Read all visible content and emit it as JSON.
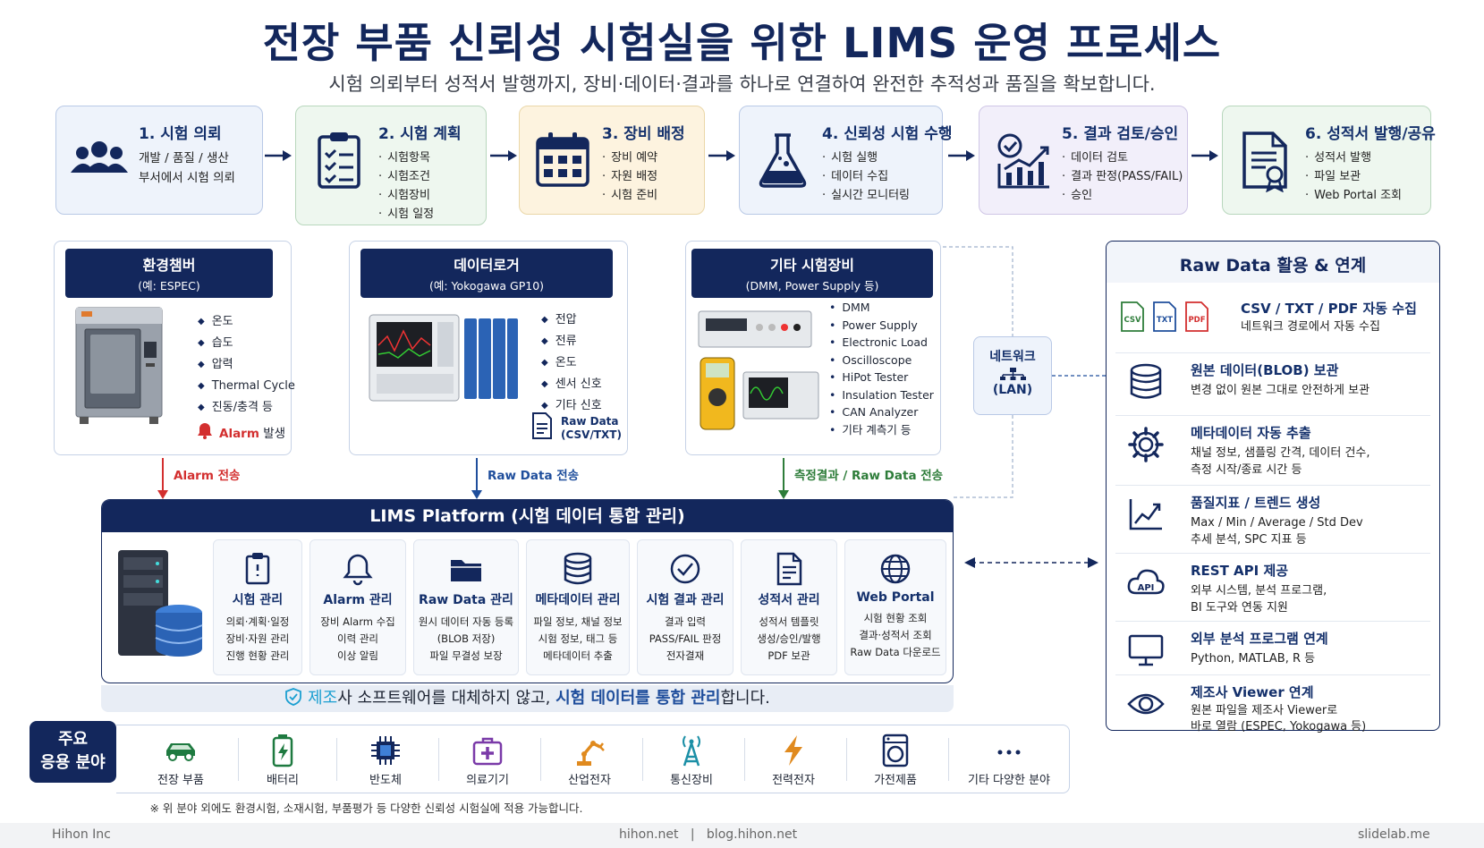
{
  "title": "전장 부품 신뢰성 시험실을 위한 LIMS 운영 프로세스",
  "subtitle": "시험 의뢰부터 성적서 발행까지, 장비·데이터·결과를 하나로 연결하여 완전한 추적성과 품질을 확보합니다.",
  "steps": [
    {
      "name": "1. 시험 의뢰",
      "desc": [
        "개발 / 품질 / 생산",
        "부서에서 시험 의뢰"
      ],
      "bg": "#eef3fb"
    },
    {
      "name": "2. 시험 계획",
      "items": [
        "시험항목",
        "시험조건",
        "시험장비",
        "시험 일정"
      ],
      "bg": "#eef7ef"
    },
    {
      "name": "3. 장비 배정",
      "items": [
        "장비 예약",
        "자원 배정",
        "시험 준비"
      ],
      "bg": "#fdf3df"
    },
    {
      "name": "4. 신뢰성 시험 수행",
      "items": [
        "시험 실행",
        "데이터 수집",
        "실시간 모니터링"
      ],
      "bg": "#eef3fb"
    },
    {
      "name": "5. 결과 검토/승인",
      "items": [
        "데이터 검토",
        "결과 판정(PASS/FAIL)",
        "승인"
      ],
      "bg": "#f2effa"
    },
    {
      "name": "6. 성적서 발행/공유",
      "items": [
        "성적서 발행",
        "파일 보관",
        "Web Portal 조회"
      ],
      "bg": "#eef7ef"
    }
  ],
  "equipment": {
    "chamber": {
      "title": "환경챔버",
      "sub": "(예: ESPEC)",
      "items": [
        "온도",
        "습도",
        "압력",
        "Thermal Cycle",
        "진동/충격 등"
      ],
      "alarm_word": "Alarm",
      "alarm_suffix": " 발생",
      "flow": "Alarm 전송"
    },
    "logger": {
      "title": "데이터로거",
      "sub": "(예: Yokogawa GP10)",
      "items": [
        "전압",
        "전류",
        "온도",
        "센서 신호",
        "기타 신호"
      ],
      "file_label_1": "Raw Data",
      "file_label_2": "(CSV/TXT)",
      "flow": "Raw Data 전송"
    },
    "other": {
      "title": "기타 시험장비",
      "sub": "(DMM, Power Supply 등)",
      "items": [
        "DMM",
        "Power Supply",
        "Electronic Load",
        "Oscilloscope",
        "HiPot Tester",
        "Insulation Tester",
        "CAN Analyzer",
        "기타 계측기 등"
      ],
      "flow": "측정결과 / Raw Data 전송"
    }
  },
  "network": {
    "line1": "네트워크",
    "line2": "(LAN)"
  },
  "lims": {
    "title": "LIMS Platform (시험 데이터 통합 관리)",
    "modules": [
      {
        "name": "시험 관리",
        "lines": [
          "의뢰·계획·일정",
          "장비·자원 관리",
          "진행 현황 관리"
        ]
      },
      {
        "name": "Alarm 관리",
        "lines": [
          "장비 Alarm 수집",
          "이력 관리",
          "이상 알림"
        ]
      },
      {
        "name": "Raw Data 관리",
        "lines": [
          "원시 데이터 자동 등록",
          "(BLOB 저장)",
          "파일 무결성 보장"
        ]
      },
      {
        "name": "메타데이터 관리",
        "lines": [
          "파일 정보, 채널 정보",
          "시험 정보, 태그 등",
          "메타데이터 추출"
        ]
      },
      {
        "name": "시험 결과 관리",
        "lines": [
          "결과 입력",
          "PASS/FAIL 판정",
          "전자결재"
        ]
      },
      {
        "name": "성적서 관리",
        "lines": [
          "성적서 템플릿",
          "생성/승인/발행",
          "PDF 보관"
        ]
      },
      {
        "name": "Web Portal",
        "lines": [
          "시험 현황 조회",
          "결과·성적서 조회",
          "Raw Data 다운로드"
        ]
      }
    ],
    "note_a": "제조",
    "note_b": "사 소프트웨어를 대체하지 않고, ",
    "note_c": "시험 데이터를 통합 관리",
    "note_d": "합니다."
  },
  "rawdata": {
    "title": "Raw Data 활용 & 연계",
    "file_tags": [
      "CSV",
      "TXT",
      "PDF"
    ],
    "rows": [
      {
        "title": "CSV / TXT / PDF 자동 수집",
        "lines": [
          "네트워크 경로에서 자동 수집"
        ]
      },
      {
        "title": "원본 데이터(BLOB) 보관",
        "lines": [
          "변경 없이 원본 그대로 안전하게 보관"
        ]
      },
      {
        "title": "메타데이터 자동 추출",
        "lines": [
          "채널 정보, 샘플링 간격, 데이터 건수,",
          "측정 시작/종료 시간 등"
        ]
      },
      {
        "title": "품질지표 / 트렌드 생성",
        "lines": [
          "Max / Min / Average / Std Dev",
          "추세 분석, SPC 지표 등"
        ]
      },
      {
        "title": "REST API 제공",
        "lines": [
          "외부 시스템, 분석 프로그램,",
          "BI 도구와 연동 지원"
        ]
      },
      {
        "title": "외부 분석 프로그램 연계",
        "lines": [
          "Python, MATLAB, R 등"
        ]
      },
      {
        "title": "제조사 Viewer 연계",
        "lines": [
          "원본 파일을 제조사 Viewer로",
          "바로 열람 (ESPEC, Yokogawa 등)"
        ]
      }
    ],
    "api_tag": "API"
  },
  "applications": {
    "label_1": "주요",
    "label_2": "응용 분야",
    "items": [
      "전장 부품",
      "배터리",
      "반도체",
      "의료기기",
      "산업전자",
      "통신장비",
      "전력전자",
      "가전제품",
      "기타 다양한 분야"
    ],
    "footnote": "※ 위 분야 외에도 환경시험, 소재시험, 부품평가 등 다양한 신뢰성 시험실에 적용 가능합니다."
  },
  "footer": {
    "left": "Hihon Inc",
    "center": "hihon.net   |   blog.hihon.net",
    "right": "slidelab.me"
  },
  "colors": {
    "navy": "#13275c",
    "alarm_red": "#d32f2f",
    "flow_blue": "#1f4e9c",
    "flow_green": "#2e7d3a",
    "accent_cyan": "#1b9fd1"
  }
}
